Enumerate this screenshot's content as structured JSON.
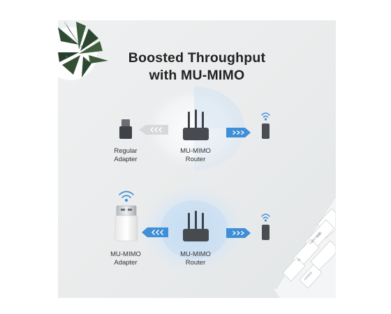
{
  "heading": {
    "line1": "Boosted Throughput",
    "line2": "with MU-MIMO"
  },
  "row1": {
    "left_label": "Regular\nAdapter",
    "center_label": "MU-MIMO\nRouter"
  },
  "row2": {
    "left_label": "MU-MIMO\nAdapter",
    "center_label": "MU-MIMO\nRouter"
  },
  "keyboard": {
    "keys": [
      "shift",
      "caps lock",
      "fn",
      "control"
    ]
  },
  "colors": {
    "accent": "#3f8fd8",
    "arrow_gray": "#c9cccf",
    "device": "#4a4d52"
  }
}
